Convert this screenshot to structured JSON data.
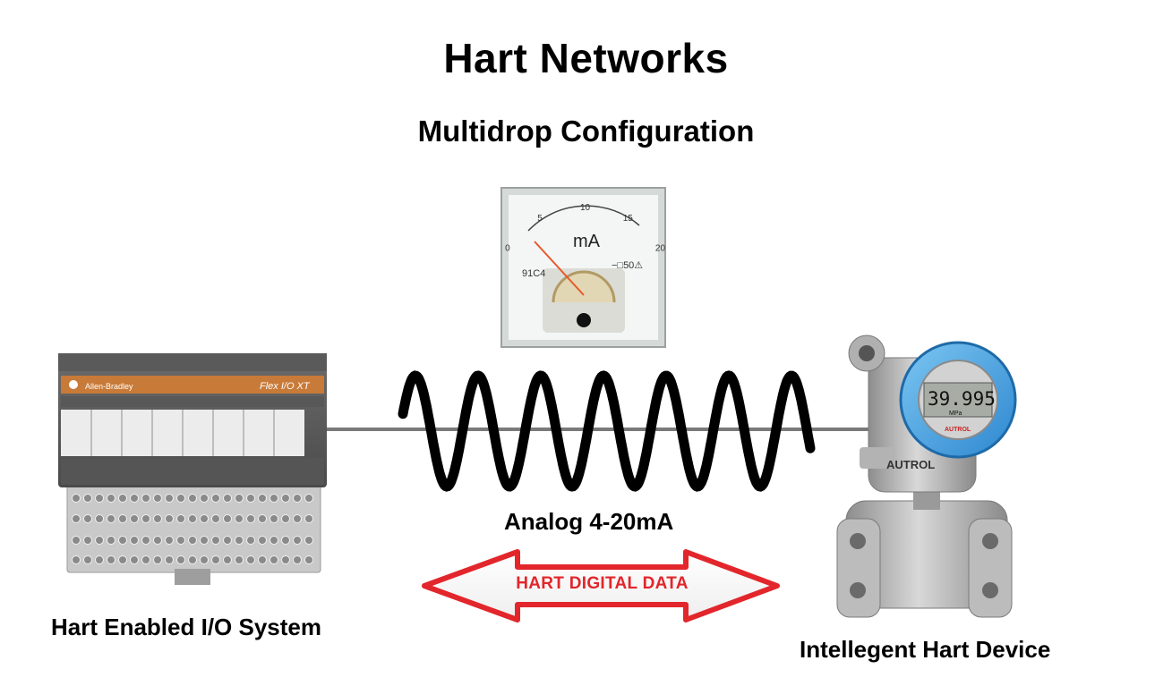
{
  "title": "Hart Networks",
  "subtitle": "Multidrop Configuration",
  "labels": {
    "io_system": "Hart Enabled I/O System",
    "device": "Intellegent Hart Device",
    "analog": "Analog 4-20mA",
    "digital": "HART DIGITAL DATA"
  },
  "meter": {
    "unit": "mA",
    "scale": [
      "0",
      "5",
      "10",
      "15",
      "20"
    ],
    "model": "91C4",
    "rating": "−□50⚠"
  },
  "io_module": {
    "brand": "Allen-Bradley",
    "product": "Flex I/O XT"
  },
  "transmitter": {
    "display_value": "39.995",
    "display_unit": "MPa",
    "brand": "AUTROL"
  },
  "colors": {
    "arrow": "#e2262b",
    "wave": "#000000",
    "wire": "#7a7a7a",
    "transmitter_cap": "#3a9fe0"
  }
}
